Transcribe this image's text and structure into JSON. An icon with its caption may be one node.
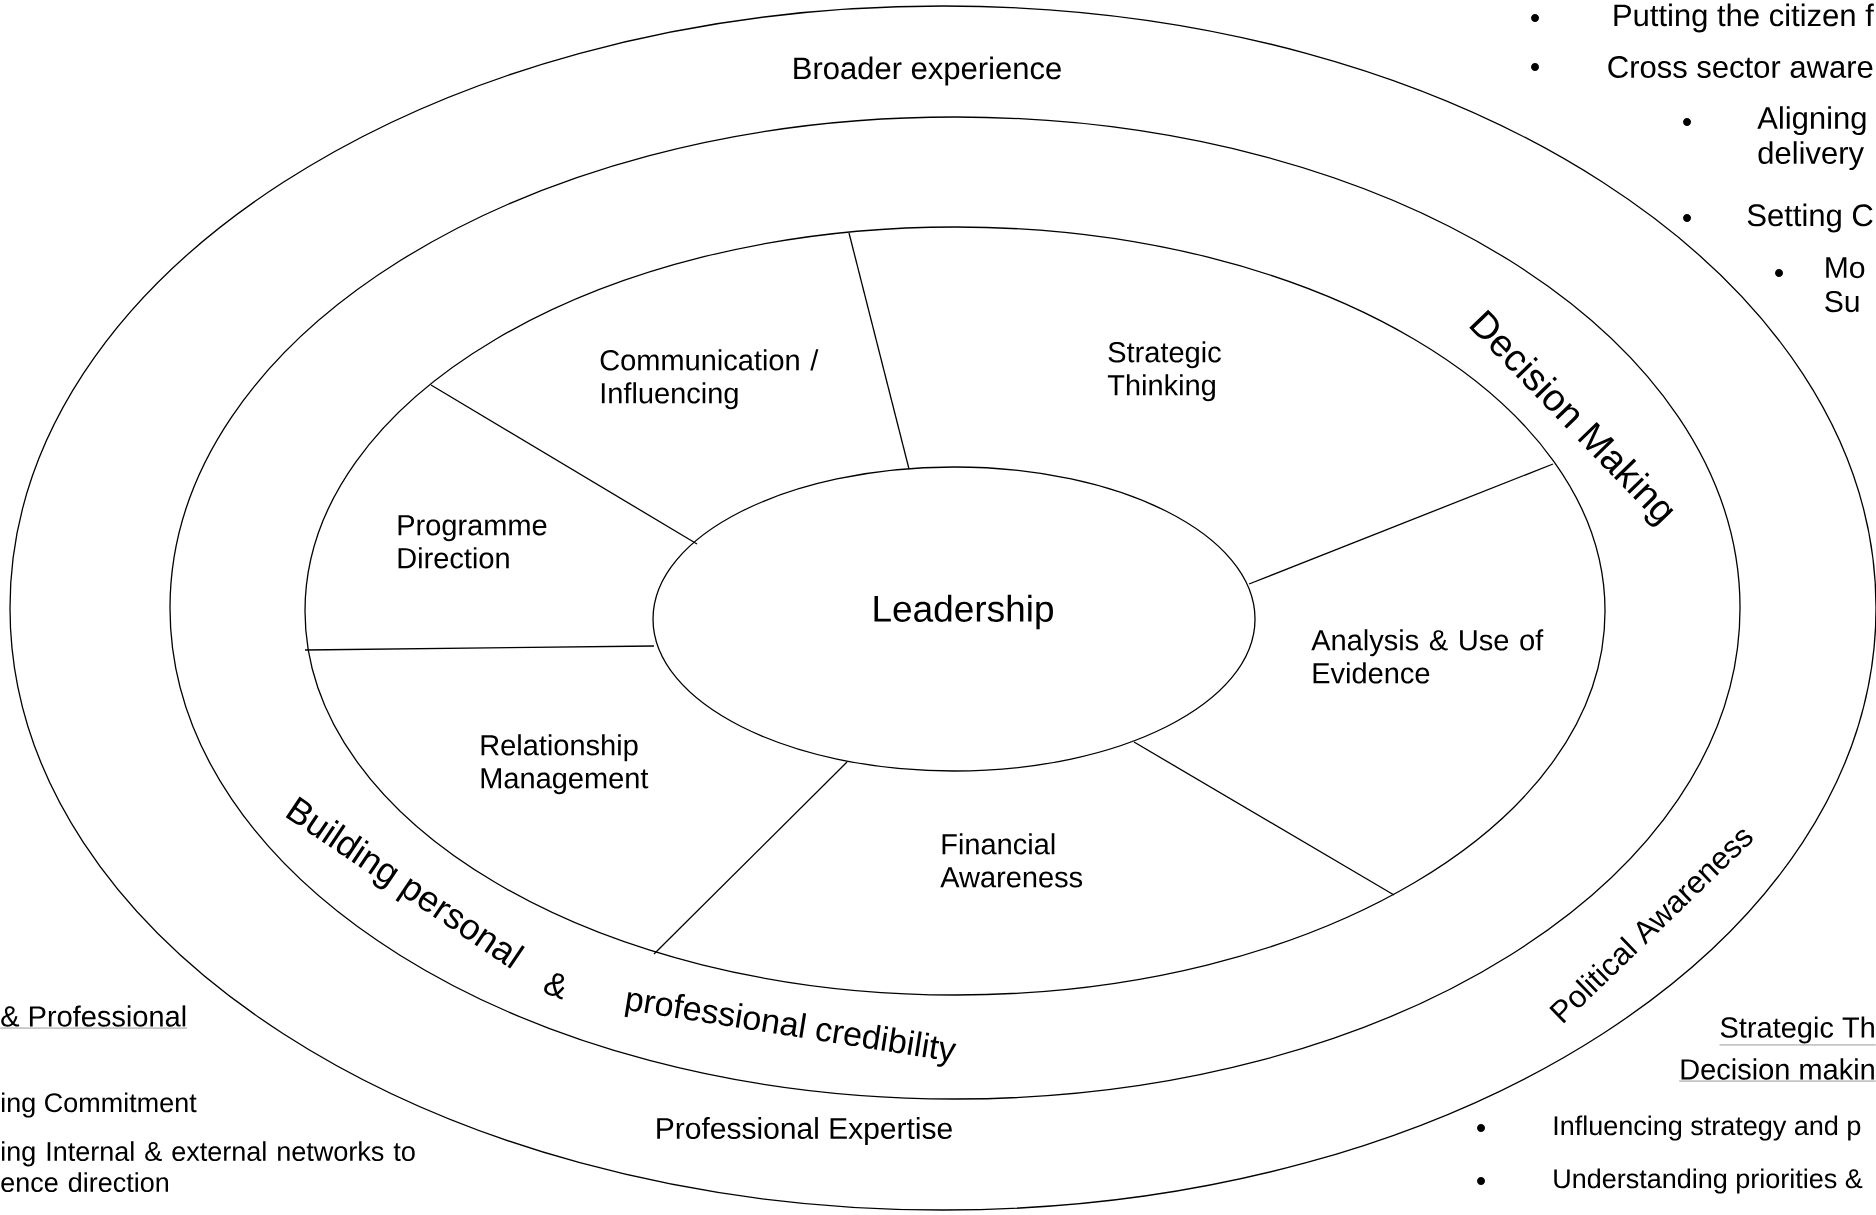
{
  "diagram": {
    "nodes": [
      {
        "text": [
          "Broader experience",
          "Political Awareness",
          "Professional Expertise"
        ]
      },
      {
        "text": [
          "Decision Making",
          "Building personal",
          "&",
          "professional credibility"
        ],
        "in": 0
      },
      {
        "text": [
          "Communication / Influencing",
          "Strategic Thinking",
          "Programme Direction",
          "Analysis & Use of Evidence",
          "Relationship Management",
          "Financial Awareness"
        ],
        "in": 1
      },
      {
        "text": [
          "Leadership"
        ],
        "in": 2
      }
    ],
    "labels": [
      "Putting the citizen f",
      "Cross sector aware",
      "Aligning delivery",
      "Setting C",
      "Mo Su",
      "& Professional",
      "Strategic Th",
      "Decision makin",
      "ing Commitment",
      "Influencing strategy and p",
      "ing Internal & external networks to ence direction",
      "Understanding priorities &"
    ]
  }
}
